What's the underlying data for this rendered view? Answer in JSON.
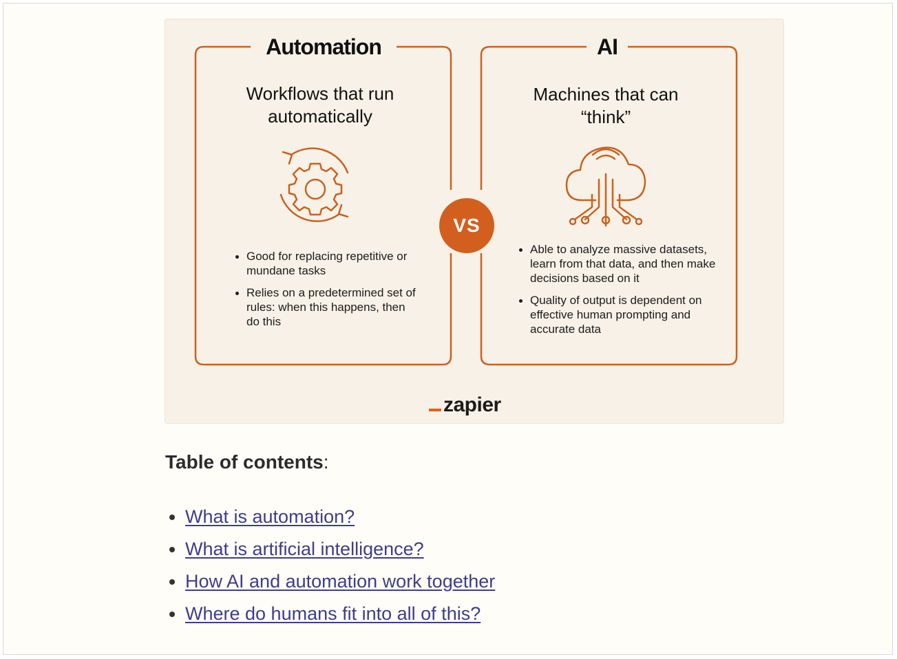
{
  "infographic": {
    "left": {
      "title": "Automation",
      "subtitle": "Workflows that run automatically",
      "icon": "gear-cycle-icon",
      "bullets": [
        "Good for replacing repetitive or mundane tasks",
        "Relies on a predetermined set of rules: when this happens, then do this"
      ]
    },
    "right": {
      "title": "AI",
      "subtitle": "Machines that can “think”",
      "icon": "cloud-circuit-icon",
      "bullets": [
        "Able to analyze massive datasets, learn from that data, and then make decisions based on it",
        "Quality of output is dependent on effective human prompting and accurate data"
      ]
    },
    "vs_label": "VS",
    "logo_text": "zapier",
    "accent_color": "#d35f1e"
  },
  "toc": {
    "heading": "Table of contents",
    "heading_suffix": ":",
    "links": [
      "What is automation?",
      "What is artificial intelligence?",
      "How AI and automation work together",
      "Where do humans fit into all of this?"
    ],
    "link_color": "#3c3e8a"
  }
}
